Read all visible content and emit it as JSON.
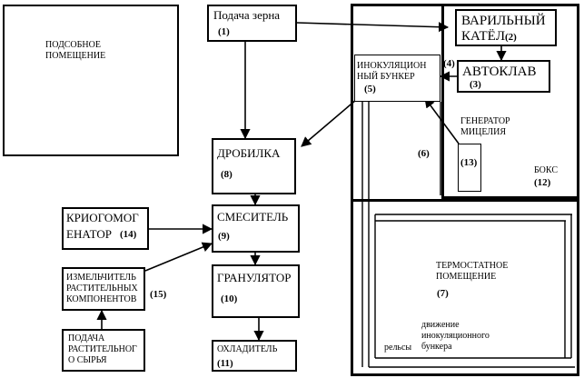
{
  "nodes": {
    "utility_room": {
      "line1": "ПОДСОБНОЕ",
      "line2": "ПОМЕЩЕНИЕ"
    },
    "grain_supply": {
      "label": "Подача зерна",
      "num": "(1)"
    },
    "boiler": {
      "line1": "ВАРИЛЬНЫЙ",
      "line2": "КАТЁЛ",
      "num": "(2)"
    },
    "autoclave": {
      "label": "АВТОКЛАВ",
      "num": "(3)"
    },
    "arrow_4": {
      "num": "(4)"
    },
    "inoculation_bunker": {
      "line1": "ИНОКУЛЯЦИОН",
      "line2": "НЫЙ БУНКЕР",
      "num": "(5)"
    },
    "region_6": {
      "num": "(6)"
    },
    "mycelium_generator": {
      "line1": "ГЕНЕРАТОР",
      "line2": "МИЦЕЛИЯ",
      "num": "(13)"
    },
    "box": {
      "label": "БОКС",
      "num": "(12)"
    },
    "crusher": {
      "label": "ДРОБИЛКА",
      "num": "(8)"
    },
    "mixer": {
      "label": "СМЕСИТЕЛЬ",
      "num": "(9)"
    },
    "cryohomogenizer": {
      "line1": "КРИОГОМОГ",
      "line2": "ЕНАТОР",
      "num": "(14)"
    },
    "plant_shredder": {
      "line1": "ИЗМЕЛЬЧИТЕЛЬ",
      "line2": "РАСТИТЕЛЬНЫХ",
      "line3": "КОМПОНЕНТОВ",
      "num": "(15)"
    },
    "granulator": {
      "label": "ГРАНУЛЯТОР",
      "num": "(10)"
    },
    "cooler": {
      "label": "ОХЛАДИТЕЛЬ",
      "num": "(11)"
    },
    "plant_raw_supply": {
      "line1": "ПОДАЧА",
      "line2": "РАСТИТЕЛЬНОГ",
      "line3": "О СЫРЬЯ"
    },
    "thermostatic_room": {
      "line1": "ТЕРМОСТАТНОЕ",
      "line2": "ПОМЕЩЕНИЕ",
      "num": "(7)"
    },
    "rails": {
      "label": "рельсы",
      "motion_line1": "движение",
      "motion_line2": "инокуляционного",
      "motion_line3": "бункера"
    }
  },
  "style": {
    "line_color": "#000000",
    "background": "#ffffff"
  }
}
